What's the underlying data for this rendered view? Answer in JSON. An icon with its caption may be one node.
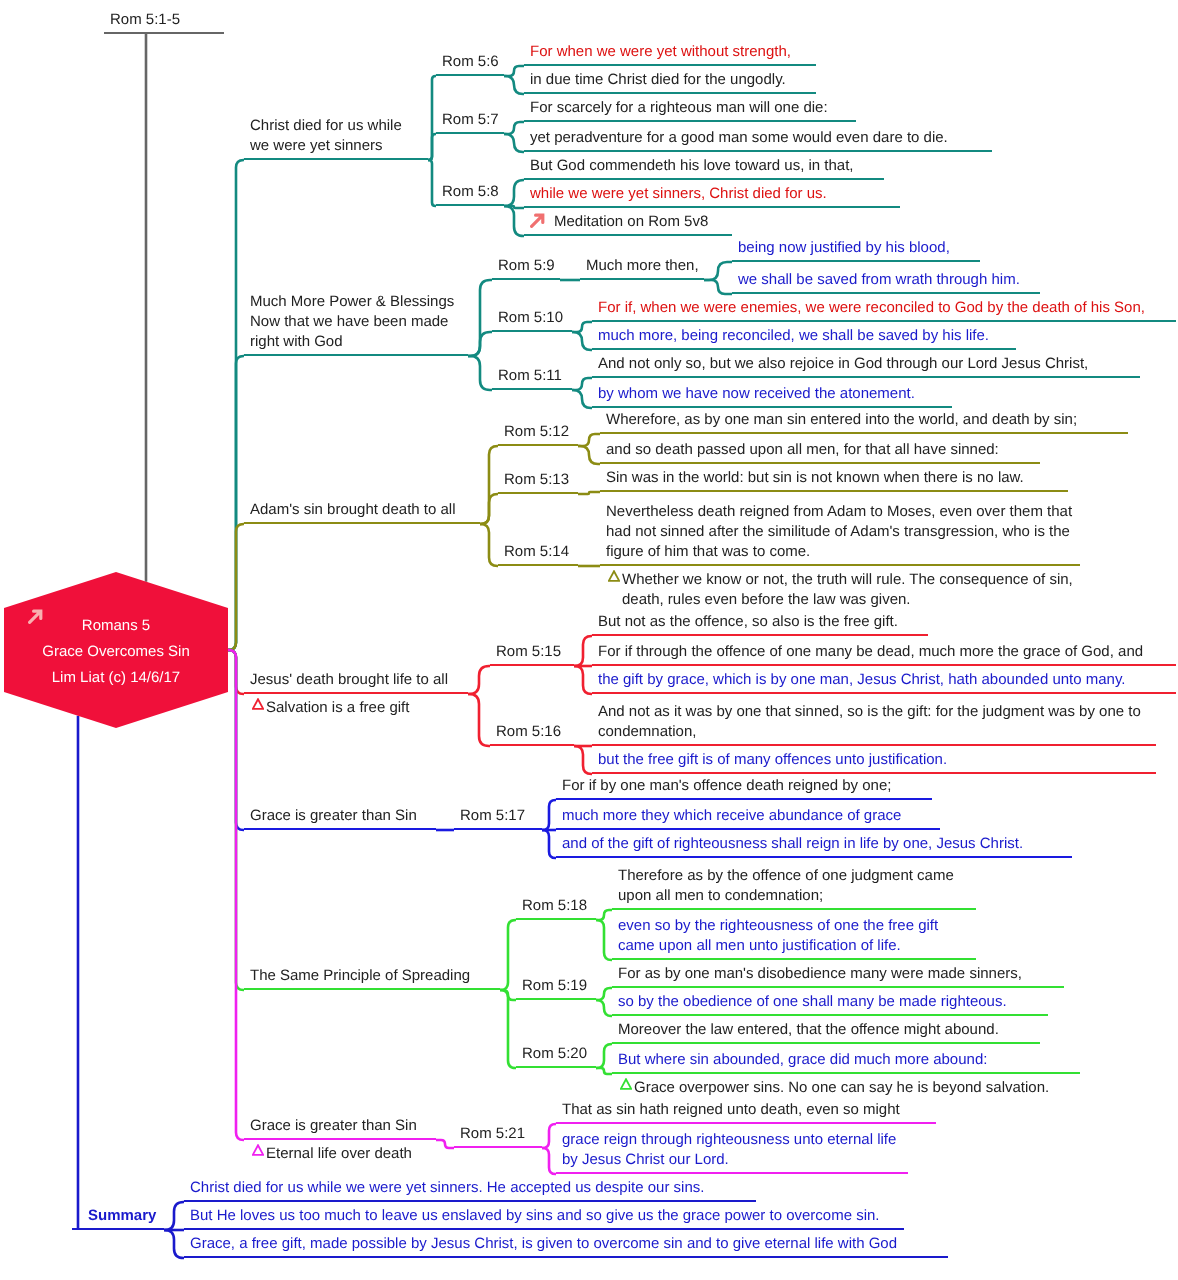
{
  "diagram": {
    "nodes": [
      {
        "text": [
          "Romans 5",
          "Grace Overcomes Sin",
          "Lim Liat (c) 14/6/17"
        ]
      },
      {
        "text": [
          "Rom 5:1-5"
        ]
      },
      {
        "text": [
          "Christ died for us while we were yet sinners"
        ]
      },
      {
        "text": [
          "Rom 5:6"
        ]
      },
      {
        "text": [
          "For when we were yet without strength,"
        ]
      },
      {
        "text": [
          "in due time Christ died for the ungodly."
        ]
      },
      {
        "text": [
          "Rom 5:7"
        ]
      },
      {
        "text": [
          "For scarcely for a righteous man will one die:"
        ]
      },
      {
        "text": [
          "yet peradventure for a good man some would even dare to die."
        ]
      },
      {
        "text": [
          "Rom 5:8"
        ]
      },
      {
        "text": [
          "But God commendeth his love toward us, in that,"
        ]
      },
      {
        "text": [
          "while we were yet sinners, Christ died for us."
        ]
      },
      {
        "text": [
          "Meditation on Rom 5v8"
        ]
      },
      {
        "text": [
          "Much More Power & Blessings Now that we have been made right with God"
        ]
      },
      {
        "text": [
          "Rom 5:9"
        ]
      },
      {
        "text": [
          "Much more then,"
        ]
      },
      {
        "text": [
          "being now justified by his blood,"
        ]
      },
      {
        "text": [
          "we shall be saved from wrath through him."
        ]
      },
      {
        "text": [
          "Rom 5:10"
        ]
      },
      {
        "text": [
          "For if, when we were enemies, we were reconciled to God by the death of his Son,"
        ]
      },
      {
        "text": [
          "much more, being reconciled, we shall be saved by his life."
        ]
      },
      {
        "text": [
          "Rom 5:11"
        ]
      },
      {
        "text": [
          "And not only so, but we also rejoice in God through our Lord Jesus Christ,"
        ]
      },
      {
        "text": [
          "by whom we have now received the atonement."
        ]
      },
      {
        "text": [
          "Adam's sin brought death to all"
        ]
      },
      {
        "text": [
          "Rom 5:12"
        ]
      },
      {
        "text": [
          "Wherefore, as by one man sin entered into the world, and death by sin;"
        ]
      },
      {
        "text": [
          "and so death passed upon all men, for that all have sinned:"
        ]
      },
      {
        "text": [
          "Rom 5:13"
        ]
      },
      {
        "text": [
          "Sin was in the world: but sin is not known when there is no law."
        ]
      },
      {
        "text": [
          "Rom 5:14"
        ]
      },
      {
        "text": [
          "Nevertheless death reigned from Adam to Moses, even over them that had not sinned after the similitude of Adam's transgression, who is the figure of him that was to come."
        ],
        "beside": [
          "Whether we know or not, the truth will rule. The consequence of sin, death, rules even before the law was given."
        ]
      },
      {
        "text": [
          "Jesus' death brought life to all"
        ],
        "beside": [
          "Salvation is a free gift"
        ]
      },
      {
        "text": [
          "Rom 5:15"
        ]
      },
      {
        "text": [
          "But not as the offence, so also is the free gift."
        ]
      },
      {
        "text": [
          "For if through the offence of one many be dead, much more the grace of God, and"
        ]
      },
      {
        "text": [
          "the gift by grace, which is by one man, Jesus Christ, hath abounded unto many."
        ]
      },
      {
        "text": [
          "Rom 5:16"
        ]
      },
      {
        "text": [
          "And not as it was by one that sinned, so is the gift: for the judgment was by one to condemnation,"
        ]
      },
      {
        "text": [
          "but the free gift is of many offences unto justification."
        ]
      },
      {
        "text": [
          "Grace is greater than Sin"
        ]
      },
      {
        "text": [
          "Rom 5:17"
        ]
      },
      {
        "text": [
          "For if by one man's offence death reigned by one;"
        ]
      },
      {
        "text": [
          "much more they which receive abundance of grace"
        ]
      },
      {
        "text": [
          "and of the gift of righteousness shall reign in life by one, Jesus Christ."
        ]
      },
      {
        "text": [
          "The Same Principle of Spreading"
        ]
      },
      {
        "text": [
          "Rom 5:18"
        ]
      },
      {
        "text": [
          "Therefore as by the offence of one judgment came upon all men to condemnation;"
        ]
      },
      {
        "text": [
          "even so by the righteousness of one the free gift came upon all men unto justification of life."
        ]
      },
      {
        "text": [
          "Rom 5:19"
        ]
      },
      {
        "text": [
          "For as by one man's disobedience many were made sinners,"
        ]
      },
      {
        "text": [
          "so by the obedience of one shall many be made righteous."
        ]
      },
      {
        "text": [
          "Rom 5:20"
        ]
      },
      {
        "text": [
          "Moreover the law entered, that the offence might abound."
        ]
      },
      {
        "text": [
          "But where sin abounded, grace did much more abound:"
        ],
        "beside": [
          "Grace overpower sins. No one can say he is beyond salvation."
        ]
      },
      {
        "text": [
          "Grace is greater than Sin"
        ],
        "beside": [
          "Eternal life over death"
        ]
      },
      {
        "text": [
          "Rom 5:21"
        ]
      },
      {
        "text": [
          "That as sin hath reigned unto death, even so might"
        ]
      },
      {
        "text": [
          "grace reign through righteousness unto eternal life by Jesus Christ our Lord."
        ]
      },
      {
        "text": [
          "Summary"
        ]
      },
      {
        "text": [
          "Christ died for us while we were yet sinners. He accepted us despite our sins."
        ]
      },
      {
        "text": [
          "But He loves us too much to leave us enslaved by sins and so give us the grace power to overcome sin."
        ]
      },
      {
        "text": [
          "Grace, a free gift, made possible by Jesus Christ, is given to overcome sin and to give eternal life with God"
        ]
      }
    ],
    "edges": [
      {
        "from": 0,
        "to": 1,
        "arrow": "none",
        "color": "#666666"
      },
      {
        "from": 0,
        "to": 2,
        "arrow": "none",
        "color": "#138a80"
      },
      {
        "from": 2,
        "to": 3,
        "arrow": "none",
        "color": "#138a80"
      },
      {
        "from": 2,
        "to": 6,
        "arrow": "none",
        "color": "#138a80"
      },
      {
        "from": 2,
        "to": 9,
        "arrow": "none",
        "color": "#138a80"
      },
      {
        "from": 3,
        "to": 4,
        "arrow": "none",
        "color": "#138a80"
      },
      {
        "from": 3,
        "to": 5,
        "arrow": "none",
        "color": "#138a80"
      },
      {
        "from": 6,
        "to": 7,
        "arrow": "none",
        "color": "#138a80"
      },
      {
        "from": 6,
        "to": 8,
        "arrow": "none",
        "color": "#138a80"
      },
      {
        "from": 9,
        "to": 10,
        "arrow": "none",
        "color": "#138a80"
      },
      {
        "from": 9,
        "to": 11,
        "arrow": "none",
        "color": "#138a80"
      },
      {
        "from": 9,
        "to": 12,
        "arrow": "none",
        "color": "#138a80"
      },
      {
        "from": 0,
        "to": 13,
        "arrow": "none",
        "color": "#138a80"
      },
      {
        "from": 13,
        "to": 14,
        "arrow": "none",
        "color": "#138a80"
      },
      {
        "from": 13,
        "to": 18,
        "arrow": "none",
        "color": "#138a80"
      },
      {
        "from": 13,
        "to": 21,
        "arrow": "none",
        "color": "#138a80"
      },
      {
        "from": 14,
        "to": 15,
        "arrow": "none",
        "color": "#138a80"
      },
      {
        "from": 15,
        "to": 16,
        "arrow": "none",
        "color": "#138a80"
      },
      {
        "from": 15,
        "to": 17,
        "arrow": "none",
        "color": "#138a80"
      },
      {
        "from": 18,
        "to": 19,
        "arrow": "none",
        "color": "#138a80"
      },
      {
        "from": 18,
        "to": 20,
        "arrow": "none",
        "color": "#138a80"
      },
      {
        "from": 21,
        "to": 22,
        "arrow": "none",
        "color": "#138a80"
      },
      {
        "from": 21,
        "to": 23,
        "arrow": "none",
        "color": "#138a80"
      },
      {
        "from": 0,
        "to": 24,
        "arrow": "none",
        "color": "#8c8c14"
      },
      {
        "from": 24,
        "to": 25,
        "arrow": "none",
        "color": "#8c8c14"
      },
      {
        "from": 24,
        "to": 28,
        "arrow": "none",
        "color": "#8c8c14"
      },
      {
        "from": 24,
        "to": 30,
        "arrow": "none",
        "color": "#8c8c14"
      },
      {
        "from": 25,
        "to": 26,
        "arrow": "none",
        "color": "#8c8c14"
      },
      {
        "from": 25,
        "to": 27,
        "arrow": "none",
        "color": "#8c8c14"
      },
      {
        "from": 28,
        "to": 29,
        "arrow": "none",
        "color": "#8c8c14"
      },
      {
        "from": 30,
        "to": 31,
        "arrow": "none",
        "color": "#8c8c14"
      },
      {
        "from": 0,
        "to": 32,
        "arrow": "none",
        "color": "#f02030"
      },
      {
        "from": 32,
        "to": 33,
        "arrow": "none",
        "color": "#f02030"
      },
      {
        "from": 32,
        "to": 37,
        "arrow": "none",
        "color": "#f02030"
      },
      {
        "from": 33,
        "to": 34,
        "arrow": "none",
        "color": "#f02030"
      },
      {
        "from": 33,
        "to": 35,
        "arrow": "none",
        "color": "#f02030"
      },
      {
        "from": 33,
        "to": 36,
        "arrow": "none",
        "color": "#f02030"
      },
      {
        "from": 37,
        "to": 38,
        "arrow": "none",
        "color": "#f02030"
      },
      {
        "from": 37,
        "to": 39,
        "arrow": "none",
        "color": "#f02030"
      },
      {
        "from": 0,
        "to": 40,
        "arrow": "none",
        "color": "#1a1ae0"
      },
      {
        "from": 40,
        "to": 41,
        "arrow": "none",
        "color": "#1a1ae0"
      },
      {
        "from": 41,
        "to": 42,
        "arrow": "none",
        "color": "#1a1ae0"
      },
      {
        "from": 41,
        "to": 43,
        "arrow": "none",
        "color": "#1a1ae0"
      },
      {
        "from": 41,
        "to": 44,
        "arrow": "none",
        "color": "#1a1ae0"
      },
      {
        "from": 0,
        "to": 45,
        "arrow": "none",
        "color": "#33e033"
      },
      {
        "from": 45,
        "to": 46,
        "arrow": "none",
        "color": "#33e033"
      },
      {
        "from": 45,
        "to": 49,
        "arrow": "none",
        "color": "#33e033"
      },
      {
        "from": 45,
        "to": 52,
        "arrow": "none",
        "color": "#33e033"
      },
      {
        "from": 46,
        "to": 47,
        "arrow": "none",
        "color": "#33e033"
      },
      {
        "from": 46,
        "to": 48,
        "arrow": "none",
        "color": "#33e033"
      },
      {
        "from": 49,
        "to": 50,
        "arrow": "none",
        "color": "#33e033"
      },
      {
        "from": 49,
        "to": 51,
        "arrow": "none",
        "color": "#33e033"
      },
      {
        "from": 52,
        "to": 53,
        "arrow": "none",
        "color": "#33e033"
      },
      {
        "from": 52,
        "to": 54,
        "arrow": "none",
        "color": "#33e033"
      },
      {
        "from": 0,
        "to": 55,
        "arrow": "none",
        "color": "#f020f0"
      },
      {
        "from": 55,
        "to": 56,
        "arrow": "none",
        "color": "#f020f0"
      },
      {
        "from": 56,
        "to": 57,
        "arrow": "none",
        "color": "#f020f0"
      },
      {
        "from": 56,
        "to": 58,
        "arrow": "none",
        "color": "#f020f0"
      },
      {
        "from": 0,
        "to": 59,
        "arrow": "none",
        "color": "#1a1acc"
      },
      {
        "from": 59,
        "to": 60,
        "arrow": "none",
        "color": "#1a1acc"
      },
      {
        "from": 59,
        "to": 61,
        "arrow": "none",
        "color": "#1a1acc"
      },
      {
        "from": 59,
        "to": 62,
        "arrow": "none",
        "color": "#1a1acc"
      }
    ]
  }
}
